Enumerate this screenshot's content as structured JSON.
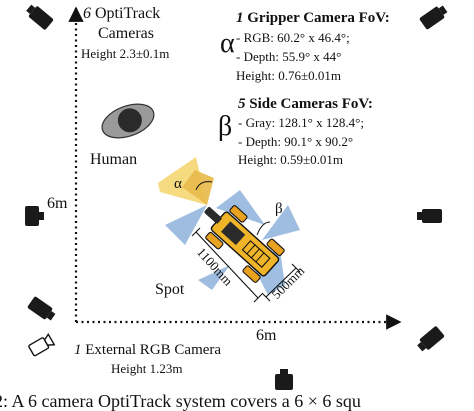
{
  "optitrack": {
    "count": "6",
    "title": "OptiTrack",
    "title2": "Cameras",
    "height": "Height 2.3±0.1m"
  },
  "gripper": {
    "symbol": "α",
    "count": "1",
    "title": "Gripper Camera FoV:",
    "rgb": "- RGB: 60.2° x 46.4°;",
    "depth": "- Depth: 55.9° x 44°",
    "height": "Height: 0.76±0.01m"
  },
  "side": {
    "symbol": "β",
    "count": "5",
    "title": "Side Cameras FoV:",
    "gray": "- Gray: 128.1° x 128.4°;",
    "depth": "- Depth: 90.1° x 90.2°",
    "height": "Height: 0.59±0.01m"
  },
  "human_label": "Human",
  "spot_label": "Spot",
  "y_dim": "6m",
  "x_dim": "6m",
  "robot_length": "1100mm",
  "robot_width": "500mm",
  "alpha_mark": "α",
  "beta_mark": "β",
  "external": {
    "count": "1",
    "title": "External RGB Camera",
    "height": "Height 1.23m"
  },
  "caption": "2: A 6 camera OptiTrack system covers a 6 × 6 squ",
  "colors": {
    "fov_yellow": "#f3d46a",
    "fov_blue": "#7fa8d6",
    "robot_body": "#f0b429",
    "camera": "#1a1a1a"
  }
}
